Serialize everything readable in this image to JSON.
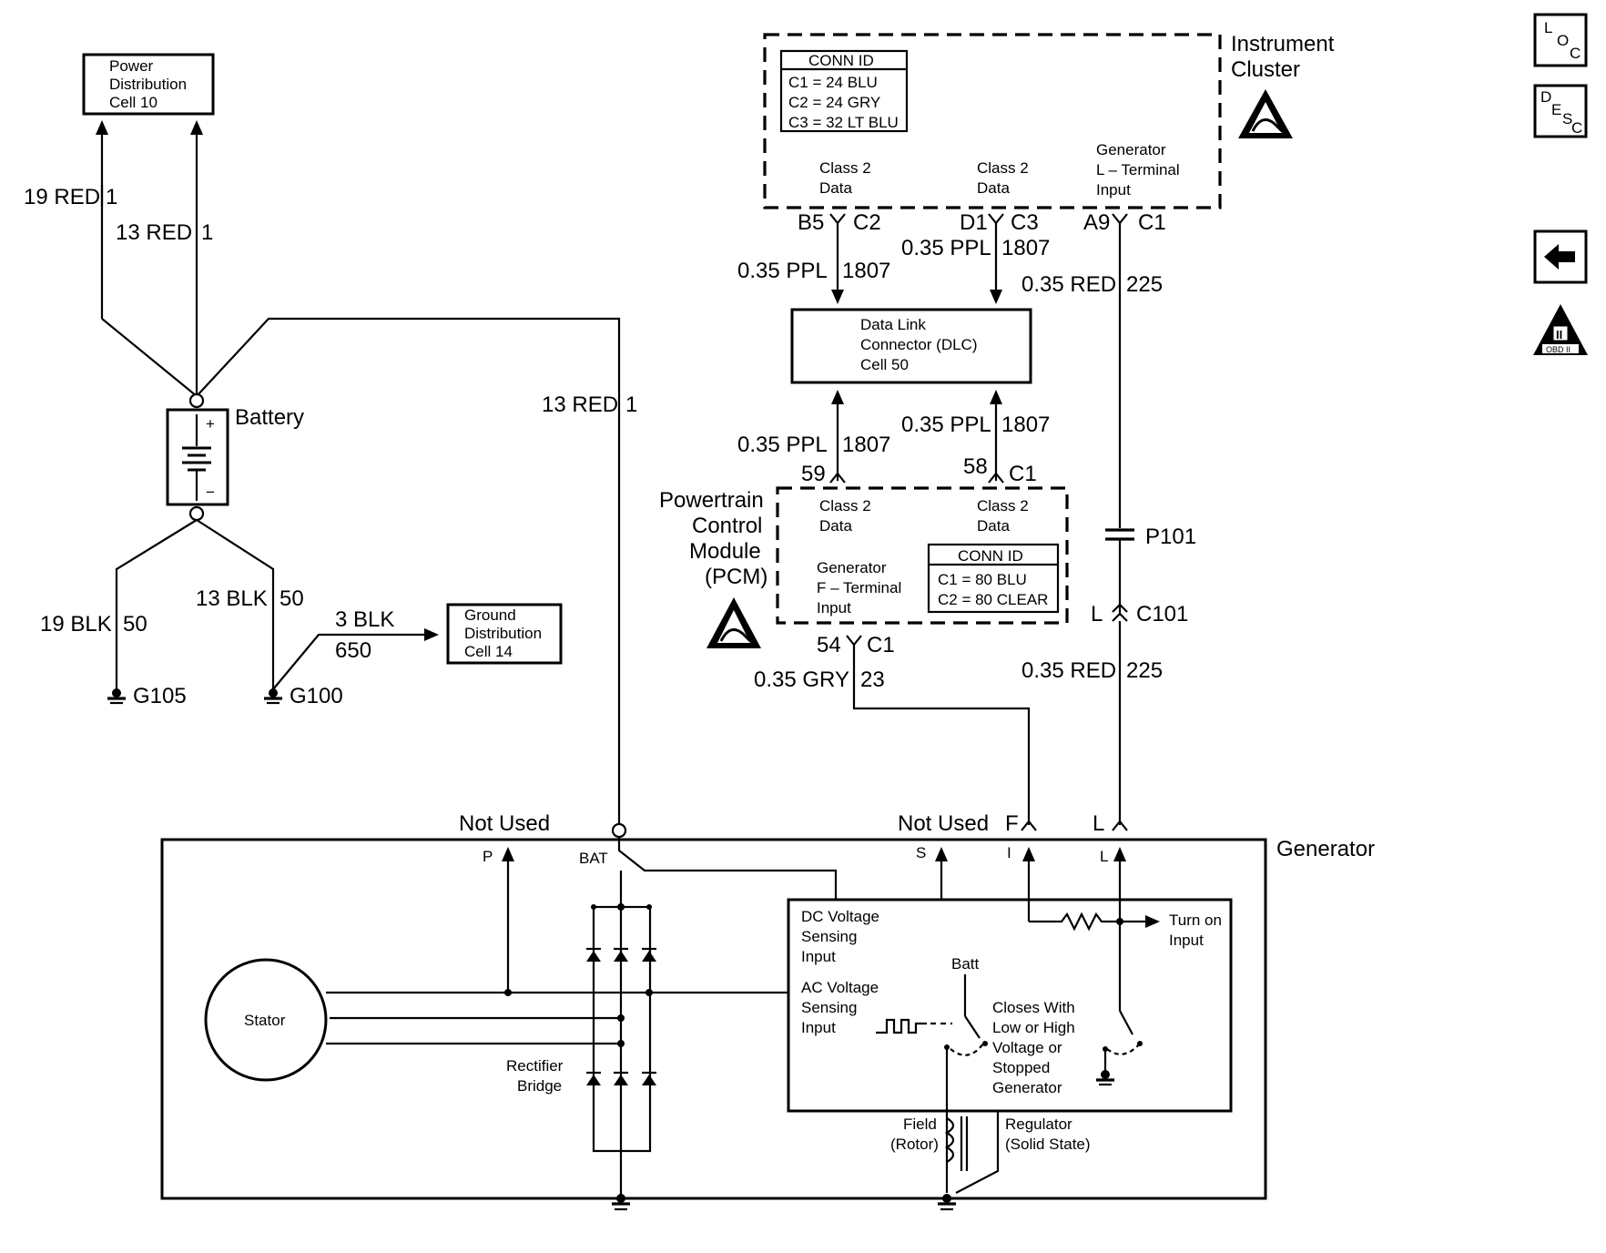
{
  "power_dist": {
    "line1": "Power",
    "line2": "Distribution",
    "line3": "Cell 10"
  },
  "wires": {
    "w19red": "19 RED",
    "w19red_ckt": "1",
    "w13red_top": "13 RED",
    "w13red_top_ckt": "1",
    "w13red_bat": "13 RED",
    "w13red_bat_ckt": "1",
    "w19blk": "19 BLK",
    "w19blk_ckt": "50",
    "w13blk": "13 BLK",
    "w13blk_ckt": "50",
    "w3blk": "3 BLK",
    "w3blk_ckt": "650",
    "ppl_b5": "0.35 PPL",
    "ppl_b5_ckt": "1807",
    "ppl_d1": "0.35 PPL",
    "ppl_d1_ckt": "1807",
    "ppl_59": "0.35 PPL",
    "ppl_59_ckt": "1807",
    "ppl_58": "0.35 PPL",
    "ppl_58_ckt": "1807",
    "red_top": "0.35 RED",
    "red_top_ckt": "225",
    "red_bot": "0.35 RED",
    "red_bot_ckt": "225",
    "gry": "0.35 GRY",
    "gry_ckt": "23"
  },
  "battery": {
    "label": "Battery",
    "plus": "+",
    "minus": "−"
  },
  "grounds": {
    "g105": "G105",
    "g100": "G100"
  },
  "ground_dist": {
    "line1": "Ground",
    "line2": "Distribution",
    "line3": "Cell 14"
  },
  "cluster": {
    "title1": "Instrument",
    "title2": "Cluster",
    "conn_header": "CONN ID",
    "conn": [
      "C1 = 24 BLU",
      "C2 = 24 GRY",
      "C3 = 32 LT BLU"
    ],
    "class2a_1": "Class 2",
    "class2a_2": "Data",
    "class2b_1": "Class 2",
    "class2b_2": "Data",
    "gen1": "Generator",
    "gen2": "L – Terminal",
    "gen3": "Input",
    "pins": {
      "b5": "B5",
      "c2": "C2",
      "d1": "D1",
      "c3": "C3",
      "a9": "A9",
      "c1": "C1"
    }
  },
  "dlc": {
    "line1": "Data Link",
    "line2": "Connector (DLC)",
    "line3": "Cell 50"
  },
  "pcm": {
    "title1": "Powertrain",
    "title2": "Control",
    "title3": "Module",
    "title4": "(PCM)",
    "class2a_1": "Class 2",
    "class2a_2": "Data",
    "class2b_1": "Class 2",
    "class2b_2": "Data",
    "gen1": "Generator",
    "gen2": "F – Terminal",
    "gen3": "Input",
    "conn_header": "CONN ID",
    "conn": [
      "C1 = 80 BLU",
      "C2 = 80 CLEAR"
    ],
    "pins": {
      "p59": "59",
      "p58": "58",
      "c1": "C1",
      "p54": "54",
      "c1b": "C1"
    }
  },
  "p101": "P101",
  "c101": {
    "l": "L",
    "name": "C101"
  },
  "generator": {
    "title": "Generator",
    "not_used_left": "Not Used",
    "not_used_right": "Not Used",
    "f": "F",
    "l": "L",
    "p": "P",
    "bat": "BAT",
    "s": "S",
    "i": "I",
    "l2": "L",
    "stator": "Stator",
    "rectifier1": "Rectifier",
    "rectifier2": "Bridge",
    "dc1": "DC Voltage",
    "dc2": "Sensing",
    "dc3": "Input",
    "ac1": "AC Voltage",
    "ac2": "Sensing",
    "ac3": "Input",
    "batt": "Batt",
    "closes1": "Closes With",
    "closes2": "Low or High",
    "closes3": "Voltage or",
    "closes4": "Stopped",
    "closes5": "Generator",
    "turn1": "Turn on",
    "turn2": "Input",
    "field1": "Field",
    "field2": "(Rotor)",
    "reg1": "Regulator",
    "reg2": "(Solid State)"
  },
  "nav": {
    "loc": {
      "l": "L",
      "o": "O",
      "c": "C"
    },
    "desc": {
      "d": "D",
      "e": "E",
      "s": "S",
      "c": "C"
    },
    "obd": "OBD II",
    "obd_roman": "II"
  },
  "icons": [
    "esd-warning-icon",
    "back-arrow-icon",
    "obd-ii-icon"
  ]
}
